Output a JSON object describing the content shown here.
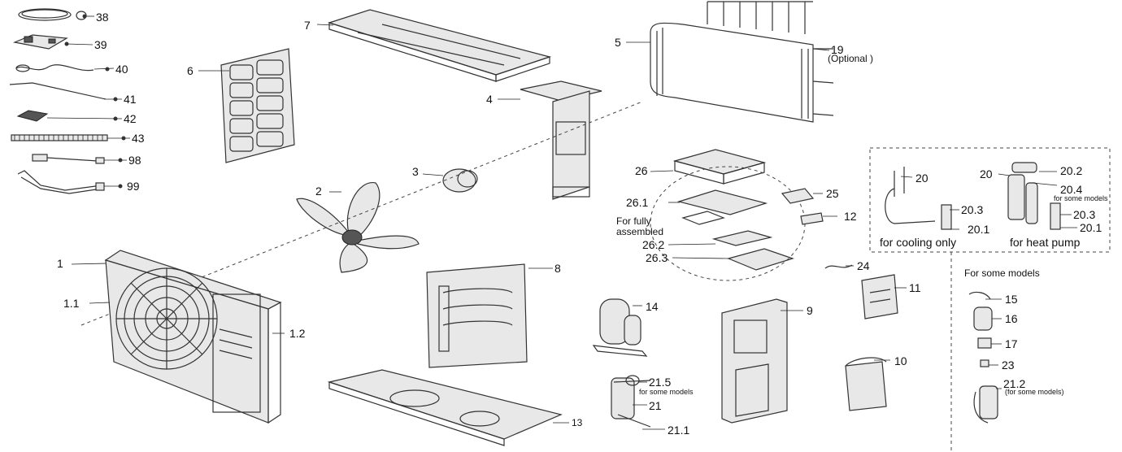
{
  "labels": {
    "p38": "38",
    "p39": "39",
    "p40": "40",
    "p41": "41",
    "p42": "42",
    "p43": "43",
    "p98": "98",
    "p99": "99",
    "p7": "7",
    "p6": "6",
    "p5": "5",
    "p19": "19",
    "p19_note": "(Optional )",
    "p4": "4",
    "p3": "3",
    "p2": "2",
    "p26": "26",
    "p26_1": "26.1",
    "p25": "25",
    "p12": "12",
    "fully_assembled_1": "For fully",
    "fully_assembled_2": "assembled",
    "p26_2": "26.2",
    "p26_3": "26.3",
    "p24": "24",
    "p1": "1",
    "p1_1": "1.1",
    "p1_2": "1.2",
    "p8": "8",
    "p14": "14",
    "p9": "9",
    "p11": "11",
    "p10": "10",
    "p13": "13",
    "p21_5": "21.5",
    "p21_5_note": "for some models",
    "p21": "21",
    "p21_1": "21.1",
    "p20_a": "20",
    "p20_3a": "20.3",
    "p20_1a": "20.1",
    "cooling_only": "for cooling only",
    "p20_b": "20",
    "p20_2": "20.2",
    "p20_4": "20.4",
    "p20_4_note": "for some models",
    "p20_3b": "20.3",
    "p20_1b": "20.1",
    "heat_pump": "for heat pump",
    "some_models": "For some models",
    "p15": "15",
    "p16": "16",
    "p17": "17",
    "p23": "23",
    "p21_2": "21.2",
    "p21_2_note": "(for some models)"
  }
}
